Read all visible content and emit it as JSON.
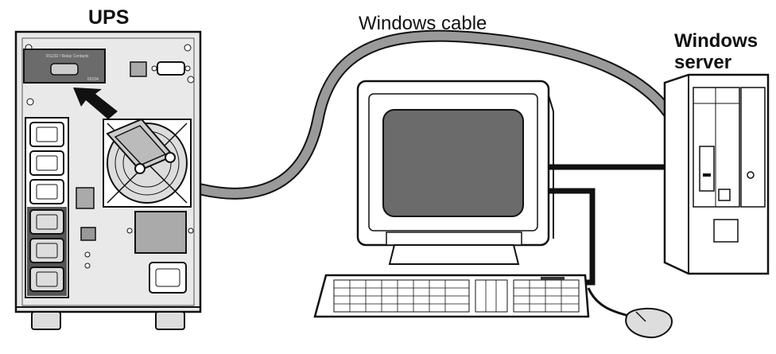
{
  "labels": {
    "ups": "UPS",
    "cable": "Windows cable",
    "server_line1": "Windows",
    "server_line2": "server",
    "port_card": "RS232 / Relay Contacts",
    "port_number": "66104"
  },
  "colors": {
    "cable": "#9a9a9a",
    "ups_body": "#e9e9e9",
    "card": "#6b6b6b",
    "outline": "#111111"
  },
  "icons": {
    "arrow": "insert-arrow-icon",
    "outlet": "power-outlet-icon",
    "fan": "fan-icon"
  }
}
